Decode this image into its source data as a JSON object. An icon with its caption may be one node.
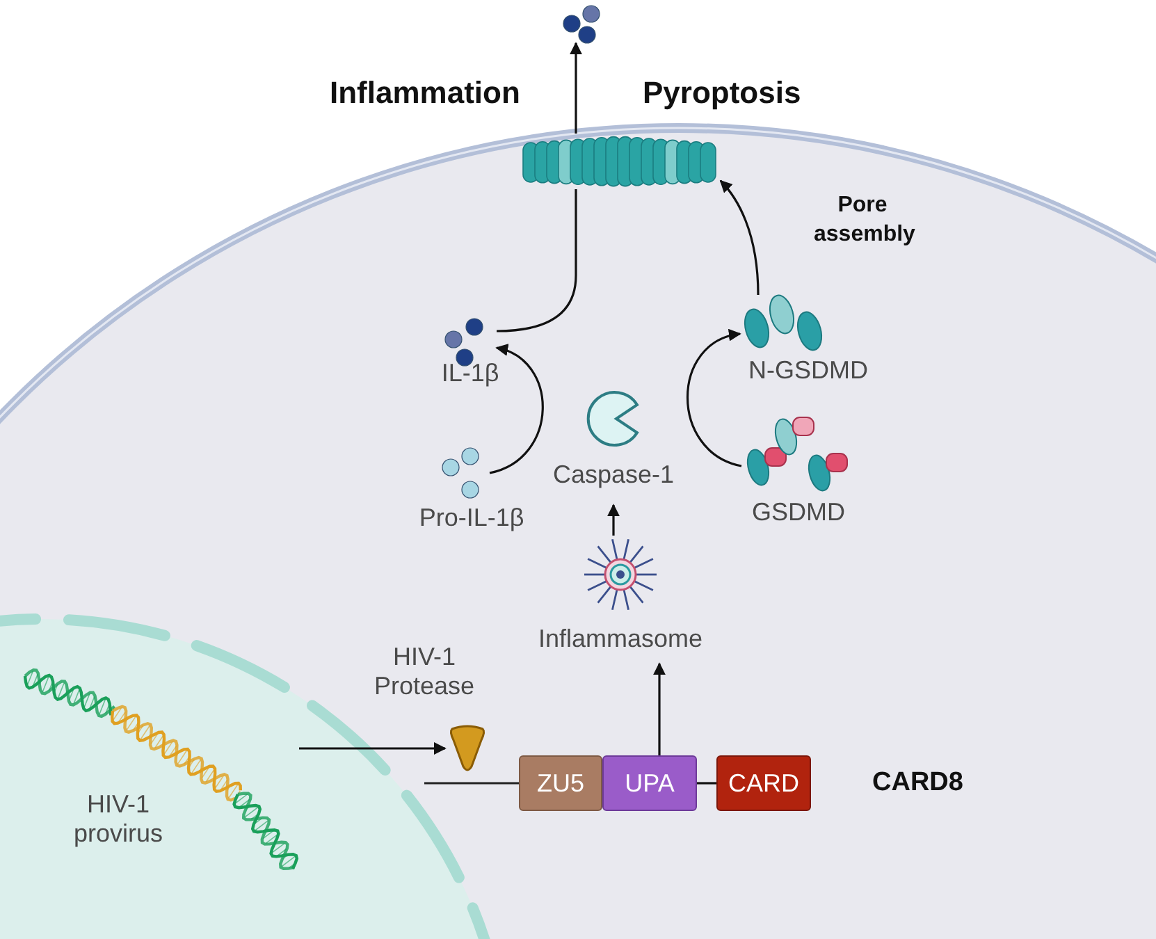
{
  "diagram": {
    "nodes": [
      {
        "text": [
          "HIV-1 provirus"
        ]
      },
      {
        "text": [],
        "shape": "picture",
        "beside": [
          "HIV-1 Protease"
        ]
      },
      {
        "text": [
          "ZU5"
        ]
      },
      {
        "text": [
          "UPA"
        ]
      },
      {
        "text": [
          "CARD"
        ]
      },
      {
        "text": [
          "Inflammasome"
        ]
      },
      {
        "text": [
          "Caspase-1"
        ]
      },
      {
        "text": [],
        "shape": "picture",
        "beside": [
          "Pro-IL-1β"
        ]
      },
      {
        "text": [],
        "shape": "picture",
        "beside": [
          "IL-1β"
        ]
      },
      {
        "text": [],
        "shape": "picture",
        "beside": [
          "GSDMD"
        ]
      },
      {
        "text": [],
        "shape": "picture",
        "beside": [
          "N-GSDMD"
        ]
      },
      {
        "text": [],
        "shape": "picture"
      },
      {
        "text": [],
        "shape": "picture"
      }
    ],
    "edges": [
      {
        "from": 0,
        "to": 1,
        "arrow": "to"
      },
      {
        "from": 3,
        "to": 4,
        "arrow": "none"
      },
      {
        "from": 3,
        "to": 5,
        "arrow": "to"
      },
      {
        "from": 5,
        "to": 6,
        "arrow": "to"
      },
      {
        "from": 7,
        "to": 8,
        "arrow": "to"
      },
      {
        "from": 9,
        "to": 10,
        "arrow": "to"
      },
      {
        "from": 10,
        "to": 11,
        "arrow": "to",
        "label": "Pore assembly"
      },
      {
        "from": 8,
        "to": 11,
        "arrow": "none"
      },
      {
        "from": 11,
        "to": 12,
        "arrow": "to"
      }
    ],
    "labels": [
      "Inflammation",
      "Pyroptosis",
      "CARD8"
    ]
  }
}
